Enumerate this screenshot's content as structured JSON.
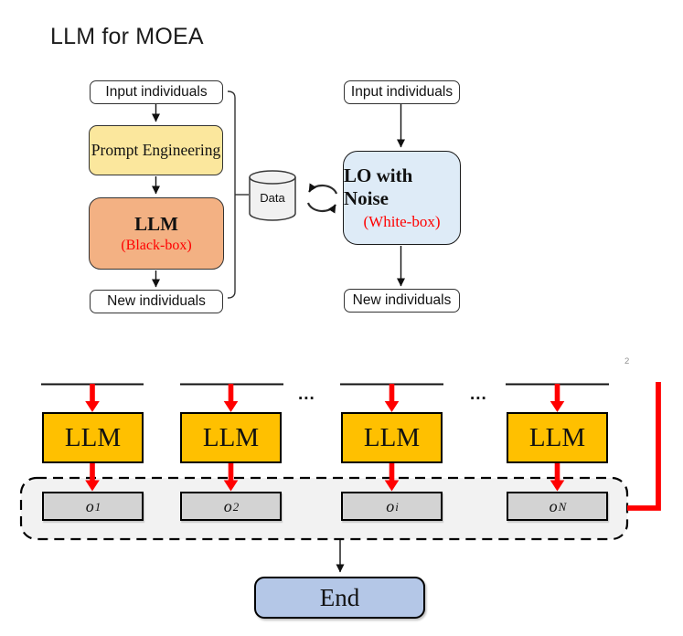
{
  "title": "LLM for MOEA",
  "upper": {
    "left": {
      "input_label": "Input individuals",
      "prompt_label": "Prompt Engineering",
      "llm_label": "LLM",
      "llm_sublabel": "(Black-box)",
      "output_label": "New individuals"
    },
    "datastore_label": "Data",
    "right": {
      "input_label": "Input individuals",
      "lo_label": "LO with Noise",
      "lo_sublabel": "(White-box)",
      "output_label": "New individuals"
    }
  },
  "lower": {
    "llm_label": "LLM",
    "outputs": [
      {
        "base": "o",
        "sup": "1"
      },
      {
        "base": "o",
        "sup": "2"
      },
      {
        "base": "o",
        "sup": "i"
      },
      {
        "base": "o",
        "sup": "N"
      }
    ],
    "ellipsis": "...",
    "page_marker": "2",
    "end_label": "End"
  },
  "colors": {
    "prompt_fill": "#FBE79D",
    "llm_blackbox_fill": "#F3B183",
    "lo_fill": "#DEEBF7",
    "llm_parallel_fill": "#FFC000",
    "output_box_fill": "#D3D3D3",
    "outputs_container_fill": "#F2F2F2",
    "end_fill": "#B4C7E7",
    "datastore_fill": "#F1F1F1",
    "accent_red": "#FF0000"
  }
}
